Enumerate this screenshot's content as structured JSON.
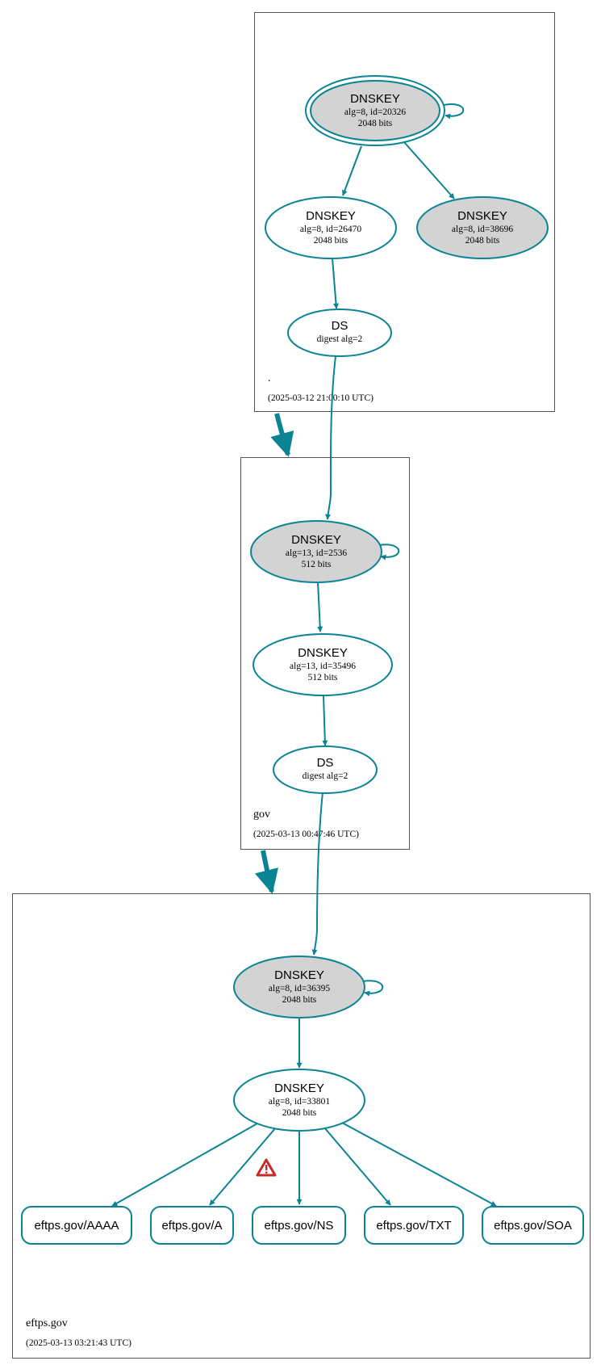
{
  "colors": {
    "edge": "#0a8494",
    "node_stroke": "#0a8494",
    "sep_fill": "#d3d3d3",
    "zone_border": "#555555",
    "warning_red": "#c82828"
  },
  "zones": [
    {
      "id": "root",
      "name": ".",
      "timestamp": "(2025-03-12 21:00:10 UTC)"
    },
    {
      "id": "gov",
      "name": "gov",
      "timestamp": "(2025-03-13 00:47:46 UTC)"
    },
    {
      "id": "eftps",
      "name": "eftps.gov",
      "timestamp": "(2025-03-13 03:21:43 UTC)"
    }
  ],
  "nodes": [
    {
      "id": "root-ksk",
      "type": "DNSKEY",
      "title": "DNSKEY",
      "line1": "alg=8, id=20326",
      "line2": "2048 bits",
      "filled": true,
      "trust_anchor": true
    },
    {
      "id": "root-zsk",
      "type": "DNSKEY",
      "title": "DNSKEY",
      "line1": "alg=8, id=26470",
      "line2": "2048 bits",
      "filled": false
    },
    {
      "id": "root-key-38696",
      "type": "DNSKEY",
      "title": "DNSKEY",
      "line1": "alg=8, id=38696",
      "line2": "2048 bits",
      "filled": true
    },
    {
      "id": "gov-ds",
      "type": "DS",
      "title": "DS",
      "line1": "digest alg=2",
      "filled": false
    },
    {
      "id": "gov-ksk",
      "type": "DNSKEY",
      "title": "DNSKEY",
      "line1": "alg=13, id=2536",
      "line2": "512 bits",
      "filled": true
    },
    {
      "id": "gov-zsk",
      "type": "DNSKEY",
      "title": "DNSKEY",
      "line1": "alg=13, id=35496",
      "line2": "512 bits",
      "filled": false
    },
    {
      "id": "eftps-ds",
      "type": "DS",
      "title": "DS",
      "line1": "digest alg=2",
      "filled": false
    },
    {
      "id": "eftps-ksk",
      "type": "DNSKEY",
      "title": "DNSKEY",
      "line1": "alg=8, id=36395",
      "line2": "2048 bits",
      "filled": true
    },
    {
      "id": "eftps-zsk",
      "type": "DNSKEY",
      "title": "DNSKEY",
      "line1": "alg=8, id=33801",
      "line2": "2048 bits",
      "filled": false
    }
  ],
  "records": [
    {
      "id": "rr-aaaa",
      "label": "eftps.gov/AAAA"
    },
    {
      "id": "rr-a",
      "label": "eftps.gov/A"
    },
    {
      "id": "rr-ns",
      "label": "eftps.gov/NS"
    },
    {
      "id": "rr-txt",
      "label": "eftps.gov/TXT"
    },
    {
      "id": "rr-soa",
      "label": "eftps.gov/SOA"
    }
  ],
  "warning_icon": "warning-triangle-icon",
  "edges": [
    {
      "from": "root-ksk",
      "to": "root-ksk",
      "kind": "self"
    },
    {
      "from": "root-ksk",
      "to": "root-zsk"
    },
    {
      "from": "root-ksk",
      "to": "root-key-38696"
    },
    {
      "from": "root-zsk",
      "to": "gov-ds"
    },
    {
      "from": "gov-ds",
      "to": "gov-ksk"
    },
    {
      "from": "gov-ksk",
      "to": "gov-ksk",
      "kind": "self"
    },
    {
      "from": "gov-ksk",
      "to": "gov-zsk"
    },
    {
      "from": "gov-zsk",
      "to": "eftps-ds"
    },
    {
      "from": "eftps-ds",
      "to": "eftps-ksk"
    },
    {
      "from": "eftps-ksk",
      "to": "eftps-ksk",
      "kind": "self"
    },
    {
      "from": "eftps-ksk",
      "to": "eftps-zsk"
    },
    {
      "from": "eftps-zsk",
      "to": "rr-aaaa"
    },
    {
      "from": "eftps-zsk",
      "to": "rr-a"
    },
    {
      "from": "eftps-zsk",
      "to": "rr-ns"
    },
    {
      "from": "eftps-zsk",
      "to": "rr-txt"
    },
    {
      "from": "eftps-zsk",
      "to": "rr-soa"
    },
    {
      "from": "root",
      "to": "gov",
      "kind": "delegation"
    },
    {
      "from": "gov",
      "to": "eftps",
      "kind": "delegation"
    }
  ]
}
